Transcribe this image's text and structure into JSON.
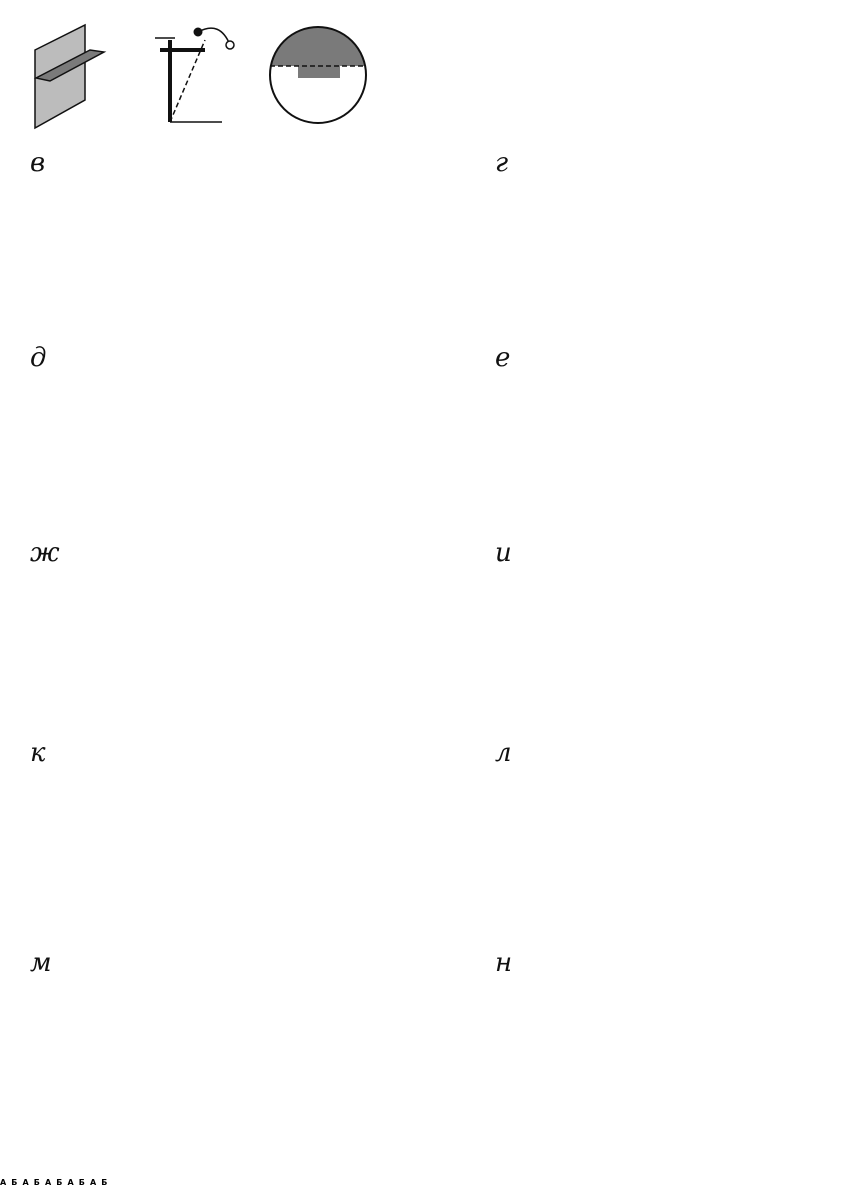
{
  "labels": {
    "v": "в",
    "g": "г",
    "d": "д",
    "e": "е",
    "zh": "ж",
    "i": "и",
    "k": "к",
    "l": "л",
    "m": "м",
    "n": "н"
  },
  "marks": {
    "a": "А",
    "b": "Б"
  },
  "colors": {
    "plate": "#bcbcbc",
    "shade": "#7a7a7a",
    "dark": "#555555",
    "ink": "#111111",
    "bg": "#ffffff"
  }
}
